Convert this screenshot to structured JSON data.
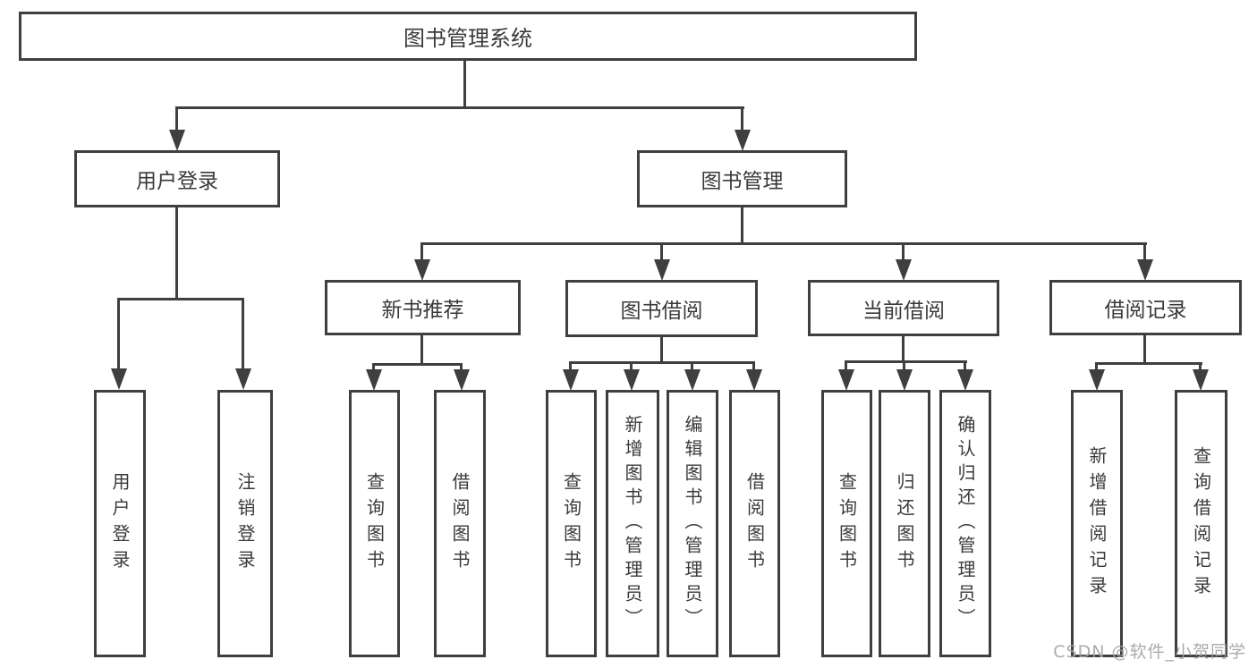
{
  "tree": {
    "root": {
      "label": "图书管理系统",
      "children": [
        {
          "label": "用户登录",
          "children": [
            {
              "label": "用户登录"
            },
            {
              "label": "注销登录"
            }
          ]
        },
        {
          "label": "图书管理",
          "children": [
            {
              "label": "新书推荐",
              "children": [
                {
                  "label": "查询图书"
                },
                {
                  "label": "借阅图书"
                }
              ]
            },
            {
              "label": "图书借阅",
              "children": [
                {
                  "label": "查询图书"
                },
                {
                  "label": "新增图书（管理员）"
                },
                {
                  "label": "编辑图书（管理员）"
                },
                {
                  "label": "借阅图书"
                }
              ]
            },
            {
              "label": "当前借阅",
              "children": [
                {
                  "label": "查询图书"
                },
                {
                  "label": "归还图书"
                },
                {
                  "label": "确认归还（管理员）"
                }
              ]
            },
            {
              "label": "借阅记录",
              "children": [
                {
                  "label": "新增借阅记录"
                },
                {
                  "label": "查询借阅记录"
                }
              ]
            }
          ]
        }
      ]
    }
  },
  "watermark": "CSDN @软件_小贺同学",
  "colors": {
    "line": "#3f3f3f",
    "text": "#3a3a3a",
    "box_fill": "#ffffff",
    "background": "#ffffff",
    "watermark": "#a3a3a3"
  }
}
